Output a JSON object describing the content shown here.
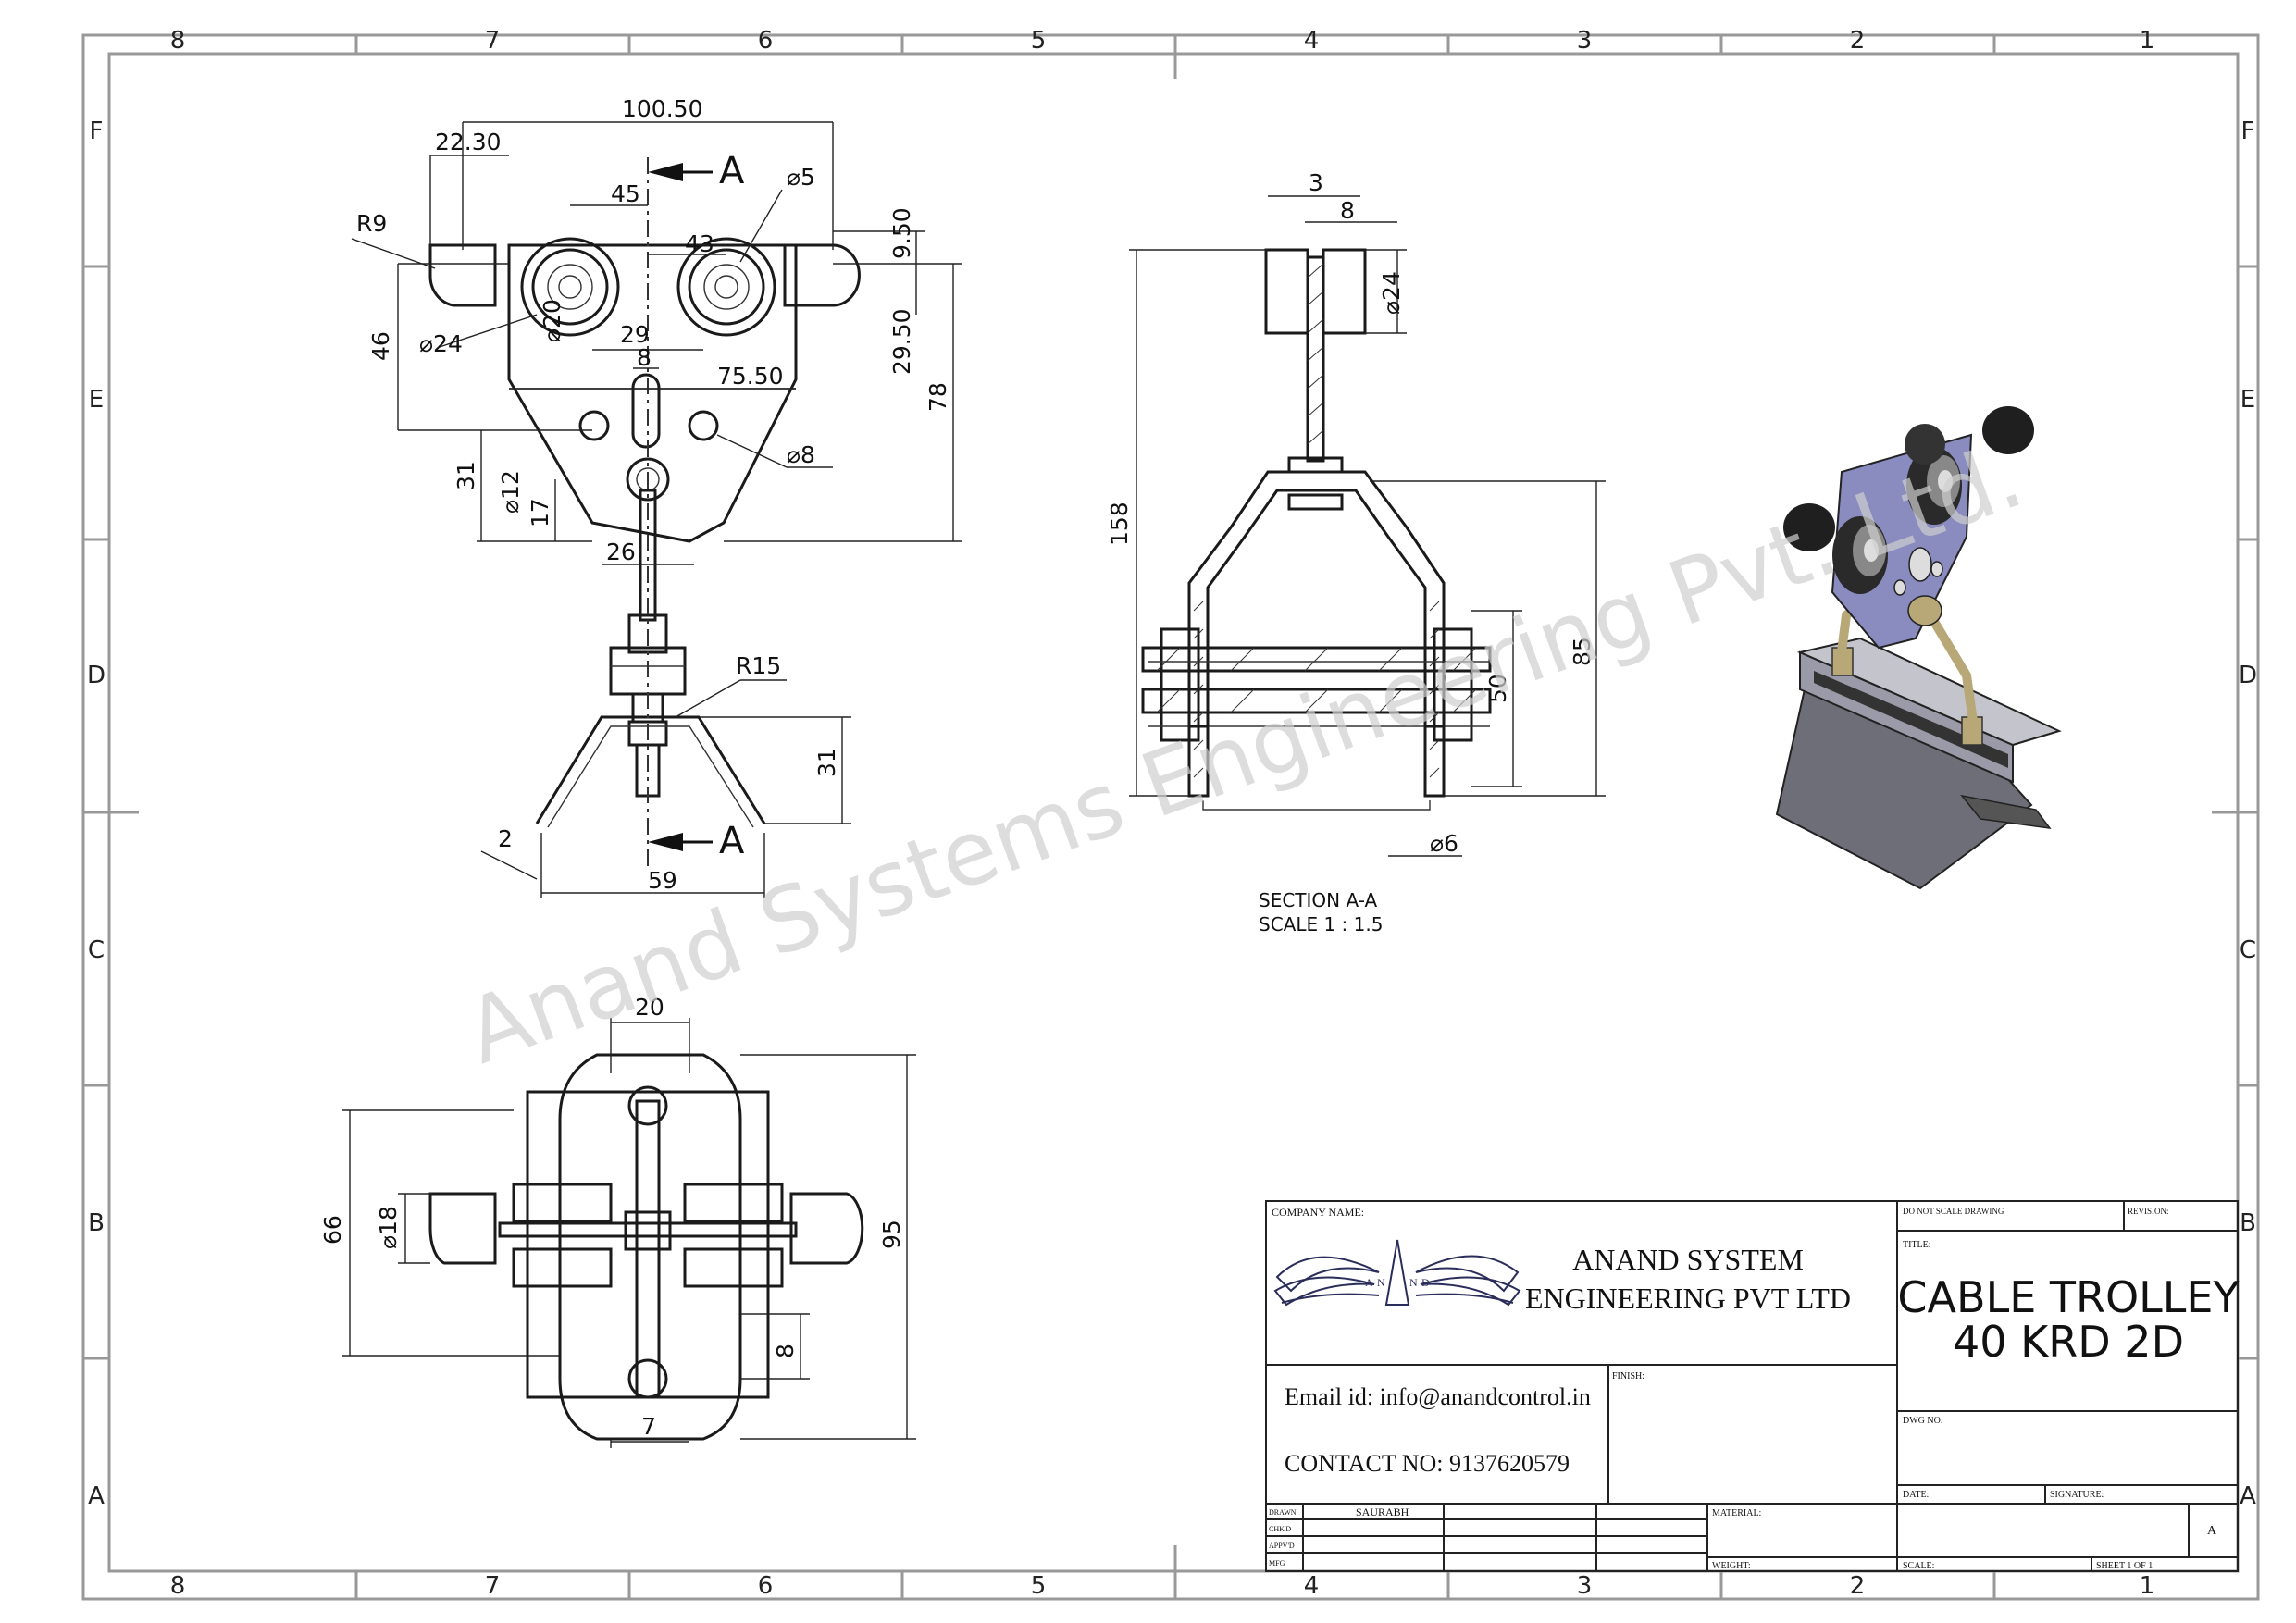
{
  "zones": {
    "columns": [
      "8",
      "7",
      "6",
      "5",
      "4",
      "3",
      "2",
      "1"
    ],
    "rows": [
      "F",
      "E",
      "D",
      "C",
      "B",
      "A"
    ]
  },
  "watermark": "Anand Systems Engineering Pvt. Ltd.",
  "front_view": {
    "dims": {
      "overall_width": "100.50",
      "left_offset": "22.30",
      "radius_top": "R9",
      "wheel_spacing": "45",
      "center_to_wheel": "43",
      "hole_dia_small": "⌀5",
      "wheel_dia": "⌀24",
      "wheel_dia_2": "⌀20",
      "height_46": "46",
      "dim_29": "29",
      "dim_8": "8",
      "dim_75_50": "75.50",
      "dim_9_50": "9.50",
      "dim_29_50": "29.50",
      "dim_78": "78",
      "hole_dia_8": "⌀8",
      "dim_31": "31",
      "hole_dia_12": "⌀12",
      "dim_17": "17",
      "dim_26": "26",
      "radius_15": "R15",
      "bracket_height": "31",
      "thickness_2": "2",
      "bracket_width": "59"
    },
    "section_letter": "A"
  },
  "section_view": {
    "dims": {
      "dim_3": "3",
      "dim_8": "8",
      "dia_24": "⌀24",
      "overall_height": "158",
      "dim_85": "85",
      "dim_50": "50",
      "dia_6": "⌀6"
    },
    "caption_line1": "SECTION A-A",
    "caption_line2": "SCALE 1 : 1.5"
  },
  "top_view": {
    "dims": {
      "dim_20": "20",
      "dim_66": "66",
      "dia_18": "⌀18",
      "dim_95": "95",
      "dim_8": "8",
      "dim_7": "7"
    }
  },
  "title_block": {
    "company_name_label": "COMPANY NAME:",
    "company_line1": "ANAND SYSTEM",
    "company_line2": "ENGINEERING PVT LTD",
    "logo_letters": [
      "A",
      "N",
      "N",
      "D"
    ],
    "email": "Email id: info@anandcontrol.in",
    "contact": "CONTACT NO: 9137620579",
    "do_not_scale": "DO NOT SCALE DRAWING",
    "revision_label": "REVISION:",
    "title_label": "TITLE:",
    "title_line1": "CABLE TROLLEY",
    "title_line2": "40 KRD 2D",
    "finish_label": "FINISH:",
    "dwg_no_label": "DWG NO.",
    "drawn_label": "DRAWN",
    "chkd_label": "CHK'D",
    "appvd_label": "APPV'D",
    "mfg_label": "MFG",
    "drawn_by": "SAURABH",
    "material_label": "MATERIAL:",
    "date_label": "DATE:",
    "signature_label": "SIGNATURE:",
    "size": "A",
    "weight_label": "WEIGHT:",
    "scale_label": "SCALE:",
    "sheet_label": "SHEET 1 OF 1"
  },
  "colors": {
    "frame": "#999999",
    "line": "#1a1a1a",
    "watermark": "#cfcfcf",
    "iso_plate": "#8a8cc0",
    "iso_wheel": "#2a2a2a",
    "iso_base": "#6e6e78",
    "iso_rod": "#b8a878"
  }
}
